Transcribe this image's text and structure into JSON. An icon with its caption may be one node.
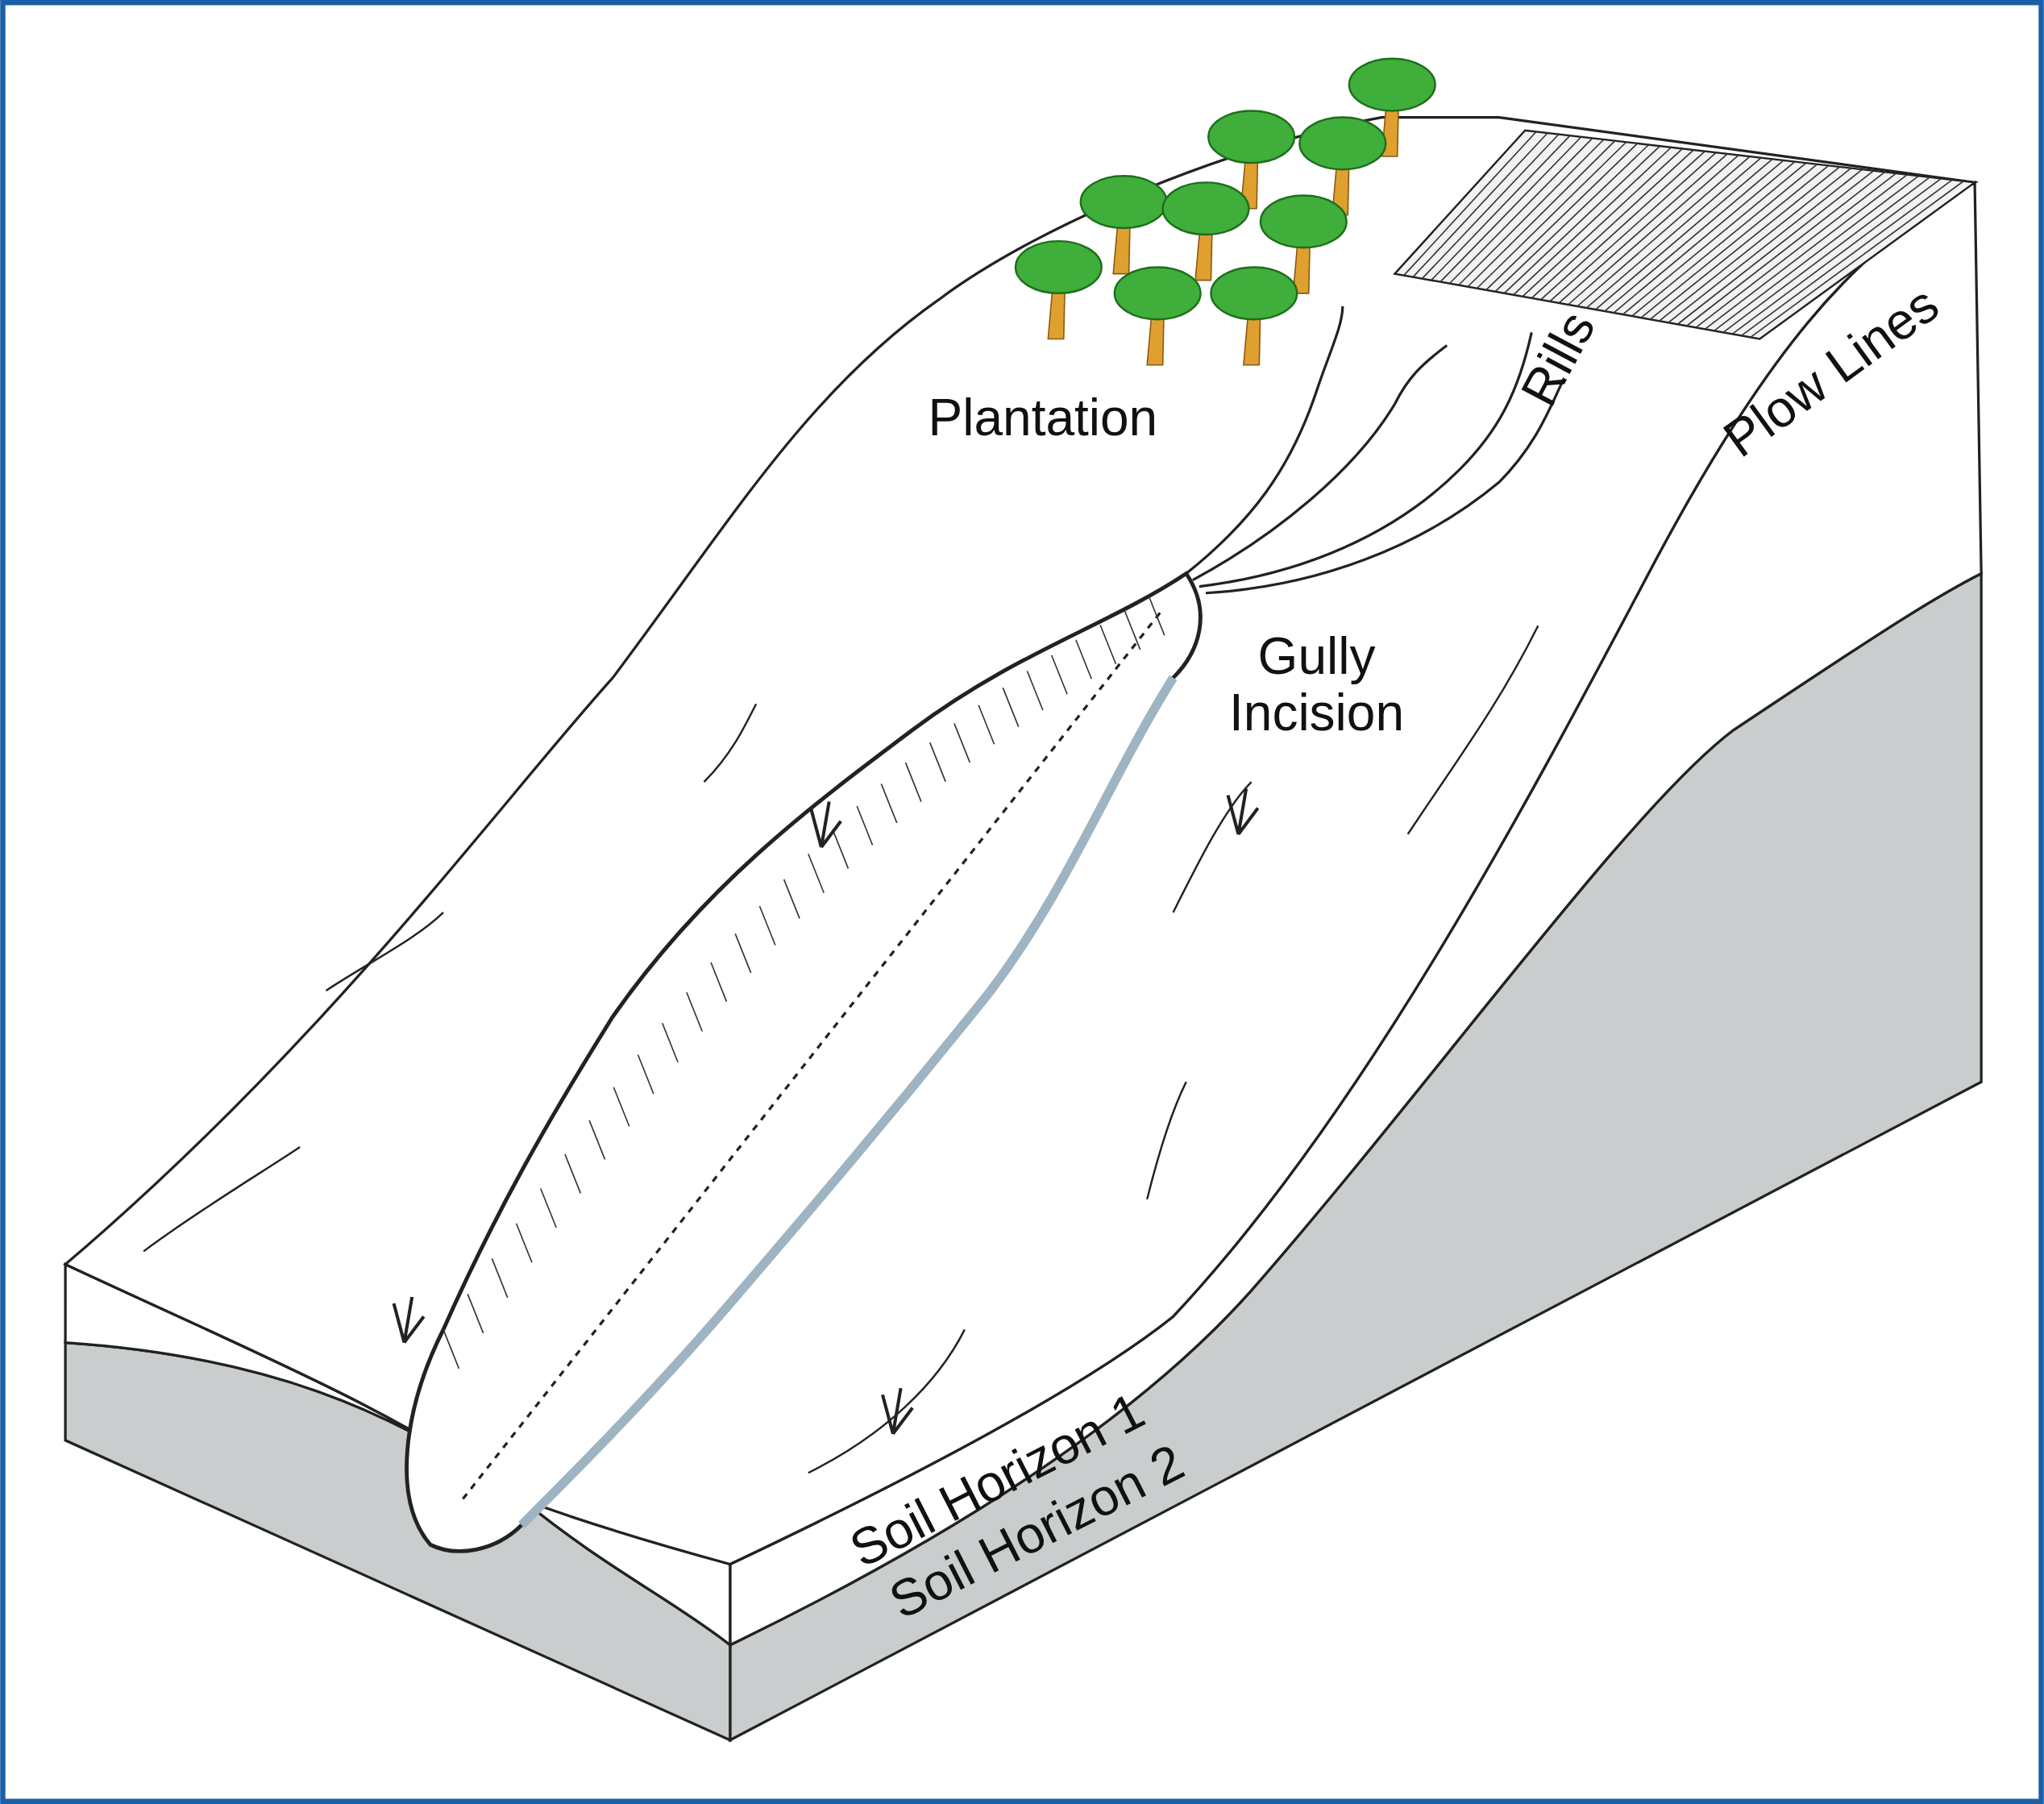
{
  "diagram": {
    "labels": [
      "Plantation",
      "Rills",
      "Plow Lines",
      "Gully Incision",
      "Soil Horizon 1",
      "Soil Horizon 2"
    ]
  }
}
